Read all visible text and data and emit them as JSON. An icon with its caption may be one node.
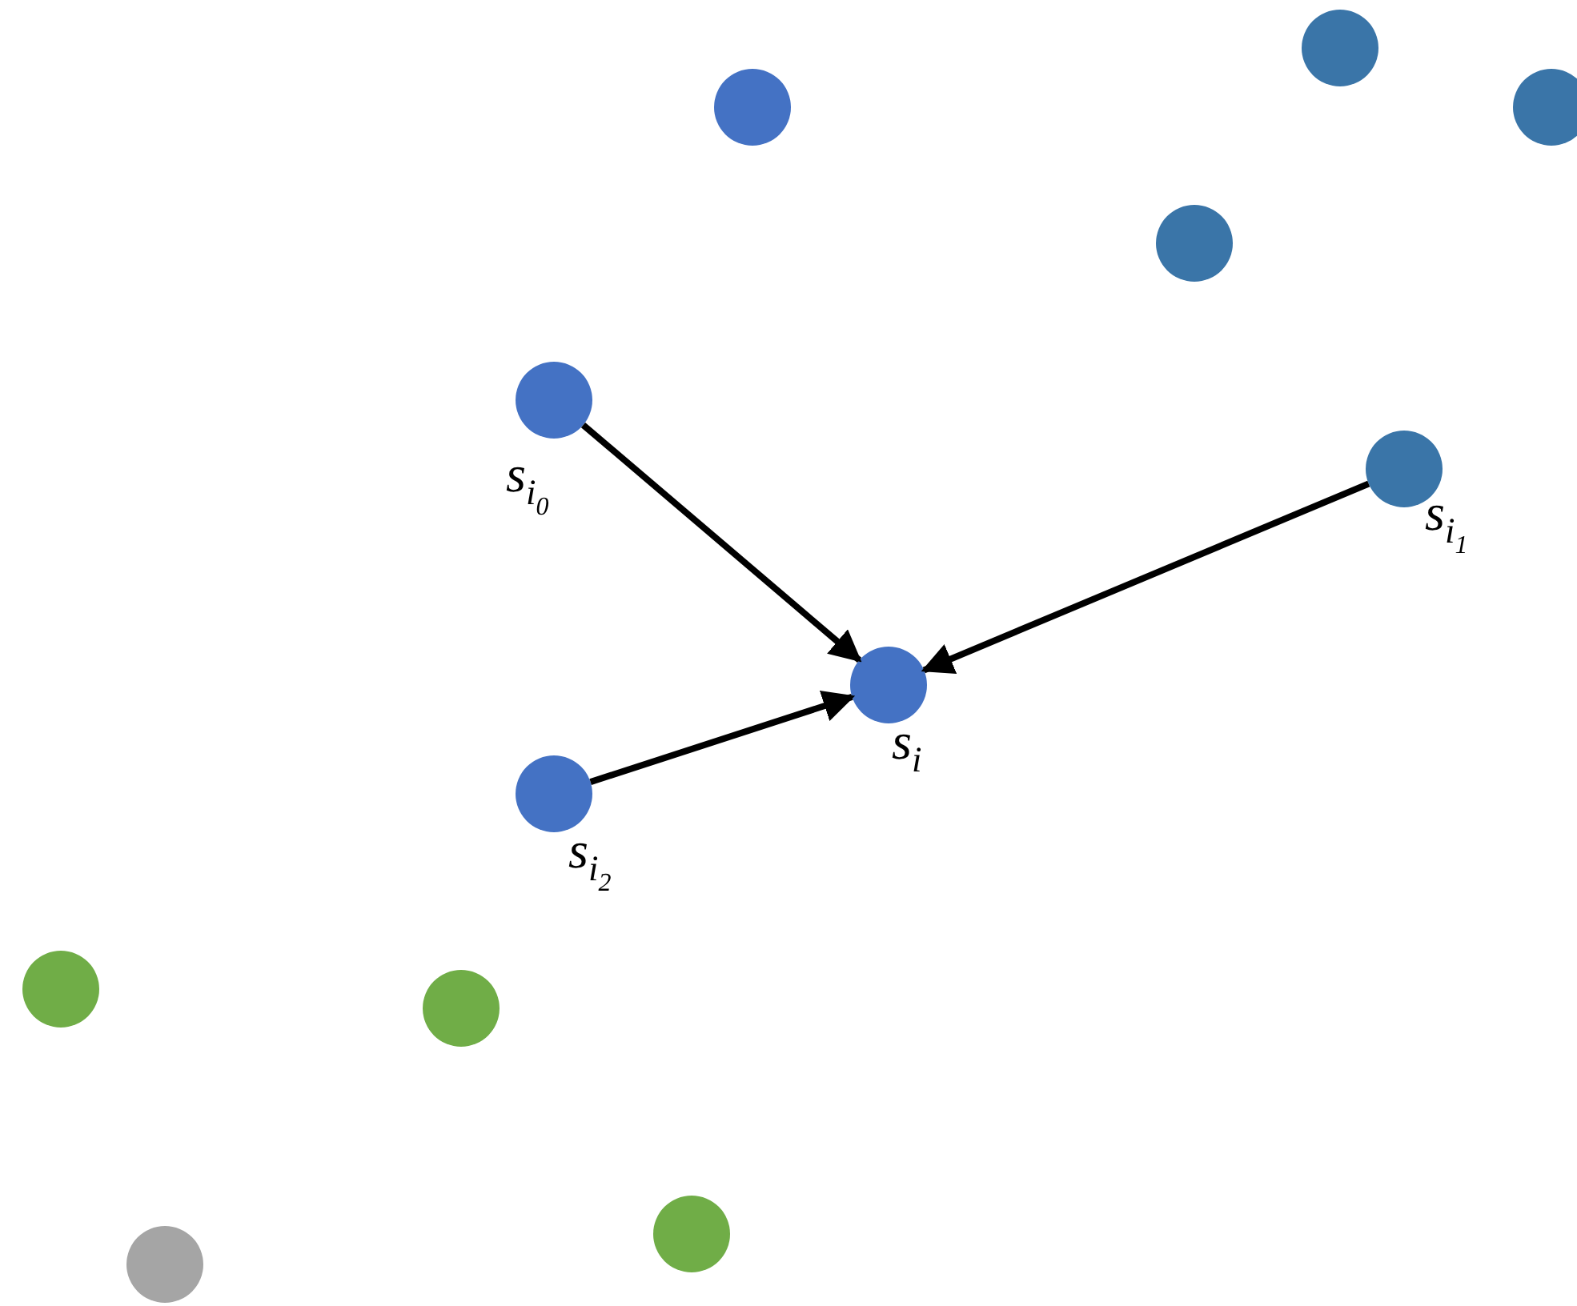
{
  "diagram": {
    "nodes": [
      {
        "text": [],
        "shape": "circle"
      },
      {
        "text": [],
        "shape": "circle"
      },
      {
        "text": [],
        "shape": "circle"
      },
      {
        "text": [],
        "shape": "circle"
      },
      {
        "text": [],
        "shape": "circle",
        "beside": [
          "s$_{i}$$_{0}$"
        ]
      },
      {
        "text": [],
        "shape": "circle",
        "beside": [
          "s$_{i}$$_{1}$"
        ]
      },
      {
        "text": [],
        "shape": "circle",
        "beside": [
          "s$_{i}$"
        ]
      },
      {
        "text": [],
        "shape": "circle",
        "beside": [
          "s$_{i}$$_{2}$"
        ]
      },
      {
        "text": [],
        "shape": "circle"
      },
      {
        "text": [],
        "shape": "circle"
      },
      {
        "text": [],
        "shape": "circle"
      },
      {
        "text": [],
        "shape": "circle"
      }
    ],
    "edges": [
      {
        "from": 4,
        "to": 6,
        "arrow": "to"
      },
      {
        "from": 5,
        "to": 6,
        "arrow": "to"
      },
      {
        "from": 7,
        "to": 6,
        "arrow": "to"
      }
    ]
  }
}
